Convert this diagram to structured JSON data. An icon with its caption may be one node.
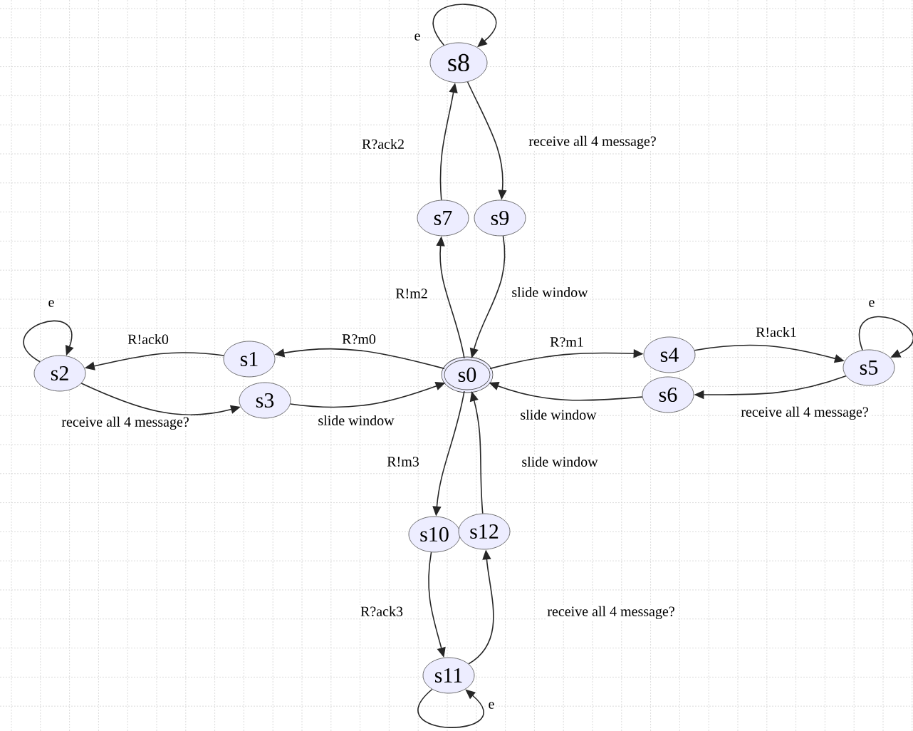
{
  "diagram": {
    "nodes": [
      {
        "text": [
          "s0"
        ]
      },
      {
        "text": [
          "s1"
        ]
      },
      {
        "text": [
          "s2"
        ]
      },
      {
        "text": [
          "s3"
        ]
      },
      {
        "text": [
          "s4"
        ]
      },
      {
        "text": [
          "s5"
        ]
      },
      {
        "text": [
          "s6"
        ]
      },
      {
        "text": [
          "s7"
        ]
      },
      {
        "text": [
          "s8"
        ]
      },
      {
        "text": [
          "s9"
        ]
      },
      {
        "text": [
          "s10"
        ]
      },
      {
        "text": [
          "s11"
        ]
      },
      {
        "text": [
          "s12"
        ]
      }
    ],
    "edges": [
      {
        "from": 0,
        "to": 1,
        "arrow": "to",
        "label": "R?m0"
      },
      {
        "from": 1,
        "to": 2,
        "arrow": "to",
        "label": "R!ack0"
      },
      {
        "from": 2,
        "to": 3,
        "arrow": "to",
        "label": "receive all 4 message?"
      },
      {
        "from": 3,
        "to": 0,
        "arrow": "to",
        "label": "slide window"
      },
      {
        "from": 2,
        "to": 2,
        "arrow": "to",
        "label": "e"
      },
      {
        "from": 0,
        "to": 4,
        "arrow": "to",
        "label": "R?m1"
      },
      {
        "from": 4,
        "to": 5,
        "arrow": "to",
        "label": "R!ack1"
      },
      {
        "from": 5,
        "to": 6,
        "arrow": "to",
        "label": "receive all 4 message?"
      },
      {
        "from": 6,
        "to": 0,
        "arrow": "to",
        "label": "slide window"
      },
      {
        "from": 5,
        "to": 5,
        "arrow": "to",
        "label": "e"
      },
      {
        "from": 0,
        "to": 7,
        "arrow": "to",
        "label": "R!m2"
      },
      {
        "from": 7,
        "to": 8,
        "arrow": "to",
        "label": "R?ack2"
      },
      {
        "from": 8,
        "to": 9,
        "arrow": "to",
        "label": "receive all 4 message?"
      },
      {
        "from": 9,
        "to": 0,
        "arrow": "to",
        "label": "slide window"
      },
      {
        "from": 8,
        "to": 8,
        "arrow": "to",
        "label": "e"
      },
      {
        "from": 0,
        "to": 10,
        "arrow": "to",
        "label": "R!m3"
      },
      {
        "from": 10,
        "to": 11,
        "arrow": "to",
        "label": "R?ack3"
      },
      {
        "from": 11,
        "to": 12,
        "arrow": "to",
        "label": "receive all 4 message?"
      },
      {
        "from": 12,
        "to": 0,
        "arrow": "to",
        "label": "slide window"
      },
      {
        "from": 11,
        "to": 11,
        "arrow": "to",
        "label": "e"
      }
    ]
  }
}
